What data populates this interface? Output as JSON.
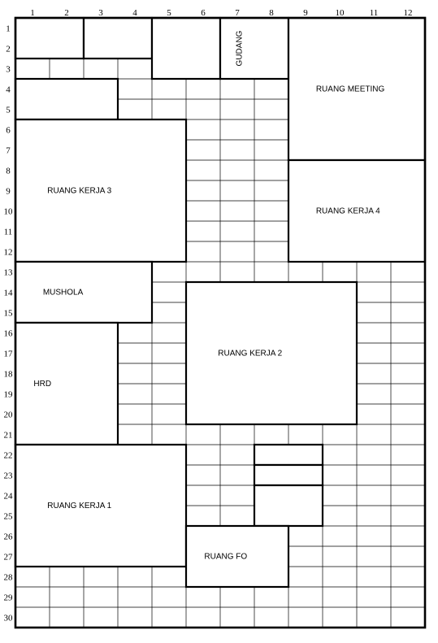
{
  "columns": [
    "1",
    "2",
    "3",
    "4",
    "5",
    "6",
    "7",
    "8",
    "9",
    "10",
    "11",
    "12"
  ],
  "rows": [
    "1",
    "2",
    "3",
    "4",
    "5",
    "6",
    "7",
    "8",
    "9",
    "10",
    "11",
    "12",
    "13",
    "14",
    "15",
    "16",
    "17",
    "18",
    "19",
    "20",
    "21",
    "22",
    "23",
    "24",
    "25",
    "26",
    "27",
    "28",
    "29",
    "30"
  ],
  "rooms": [
    {
      "id": "blok-a",
      "label": "",
      "col": 1,
      "row": 1,
      "cols": 2,
      "rows": 2
    },
    {
      "id": "blok-b",
      "label": "",
      "col": 3,
      "row": 1,
      "cols": 2,
      "rows": 2
    },
    {
      "id": "blok-c",
      "label": "",
      "col": 5,
      "row": 1,
      "cols": 2,
      "rows": 3
    },
    {
      "id": "gudang",
      "label": "GUDANG",
      "col": 7,
      "row": 1,
      "cols": 2,
      "rows": 3,
      "vertical": true
    },
    {
      "id": "ruang-meeting",
      "label": "RUANG MEETING",
      "col": 9,
      "row": 1,
      "cols": 4,
      "rows": 7
    },
    {
      "id": "blok-d",
      "label": "",
      "col": 1,
      "row": 4,
      "cols": 3,
      "rows": 2
    },
    {
      "id": "ruang-kerja-3",
      "label": "RUANG KERJA 3",
      "col": 1,
      "row": 6,
      "cols": 5,
      "rows": 7
    },
    {
      "id": "ruang-kerja-4",
      "label": "RUANG KERJA 4",
      "col": 9,
      "row": 8,
      "cols": 4,
      "rows": 5
    },
    {
      "id": "mushola",
      "label": "MUSHOLA",
      "col": 1,
      "row": 13,
      "cols": 4,
      "rows": 3
    },
    {
      "id": "ruang-kerja-2",
      "label": "RUANG KERJA 2",
      "col": 6,
      "row": 14,
      "cols": 5,
      "rows": 7
    },
    {
      "id": "hrd",
      "label": "HRD",
      "col": 1,
      "row": 16,
      "cols": 3,
      "rows": 6
    },
    {
      "id": "ruang-kerja-1",
      "label": "RUANG KERJA 1",
      "col": 1,
      "row": 22,
      "cols": 5,
      "rows": 6
    },
    {
      "id": "blok-e",
      "label": "",
      "col": 8,
      "row": 22,
      "cols": 2,
      "rows": 1
    },
    {
      "id": "blok-f",
      "label": "",
      "col": 8,
      "row": 23,
      "cols": 2,
      "rows": 1
    },
    {
      "id": "blok-g",
      "label": "",
      "col": 8,
      "row": 24,
      "cols": 2,
      "rows": 2
    },
    {
      "id": "ruang-fo",
      "label": "RUANG FO",
      "col": 6,
      "row": 26,
      "cols": 3,
      "rows": 3
    }
  ]
}
